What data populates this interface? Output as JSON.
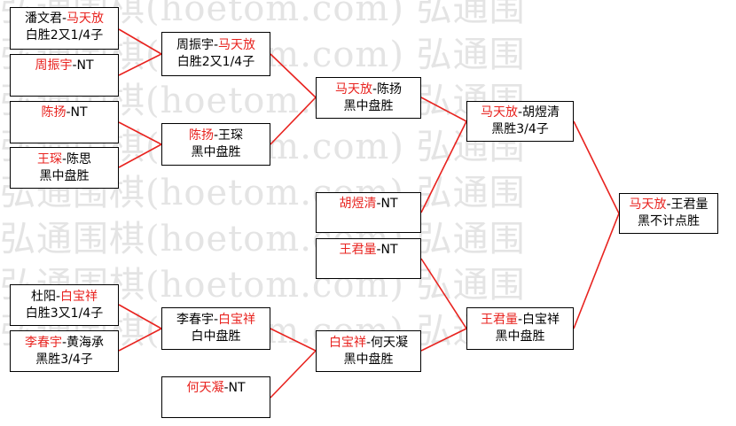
{
  "watermark": {
    "row1": "弘通围棋(hoetom.com)  弘通围",
    "row2": "弘通围棋(hoetom.com)  弘通围",
    "row3": "弘通围棋(hoetom.com)  弘通围",
    "row4": "弘通围棋(hoetom.com)  弘通围",
    "row5": "弘通围棋(hoetom.com)  弘通围",
    "row6": "弘通围棋(hoetom.com)  弘通围",
    "row7": "弘通围棋(hoetom.com)  弘通围",
    "row8": "弘通围棋(hoetom.com)  弘通围"
  },
  "colors": {
    "winner": "#e8231f",
    "connector": "#e8231f",
    "border": "#000000"
  },
  "matches": {
    "r1_1": {
      "p1": "潘文君",
      "sep": "-",
      "p2": "马天放",
      "result": "白胜2又1/4子"
    },
    "r1_2": {
      "p1": "周振宇",
      "sep": "-",
      "p2": "NT",
      "result": ""
    },
    "r1_3": {
      "p1": "陈扬",
      "sep": "-",
      "p2": "NT",
      "result": ""
    },
    "r1_4": {
      "p1": "王琛",
      "sep": "-",
      "p2": "陈思",
      "result": "黑中盘胜"
    },
    "r1_5": {
      "p1": "杜阳",
      "sep": "-",
      "p2": "白宝祥",
      "result": "白胜3又1/4子"
    },
    "r1_6": {
      "p1": "李春宇",
      "sep": "-",
      "p2": "黄海承",
      "result": "黑胜3/4子"
    },
    "r2_1": {
      "p1": "周振宇",
      "sep": "-",
      "p2": "马天放",
      "result": "白胜2又1/4子"
    },
    "r2_2": {
      "p1": "陈扬",
      "sep": "-",
      "p2": "王琛",
      "result": "黑中盘胜"
    },
    "r2_3": {
      "p1": "李春宇",
      "sep": "-",
      "p2": "白宝祥",
      "result": "白中盘胜"
    },
    "r2_4": {
      "p1": "何天凝",
      "sep": "-",
      "p2": "NT",
      "result": ""
    },
    "r3_1": {
      "p1": "马天放",
      "sep": "-",
      "p2": "陈扬",
      "result": "黑中盘胜"
    },
    "r3_2": {
      "p1": "胡煜清",
      "sep": "-",
      "p2": "NT",
      "result": ""
    },
    "r3_3": {
      "p1": "王君量",
      "sep": "-",
      "p2": "NT",
      "result": ""
    },
    "r3_4": {
      "p1": "白宝祥",
      "sep": "-",
      "p2": "何天凝",
      "result": "黑中盘胜"
    },
    "r4_1": {
      "p1": "马天放",
      "sep": "-",
      "p2": "胡煜清",
      "result": "黑胜3/4子"
    },
    "r4_2": {
      "p1": "王君量",
      "sep": "-",
      "p2": "白宝祥",
      "result": "黑中盘胜"
    },
    "final": {
      "p1": "马天放",
      "sep": "-",
      "p2": "王君量",
      "result": "黑不计点胜"
    }
  }
}
